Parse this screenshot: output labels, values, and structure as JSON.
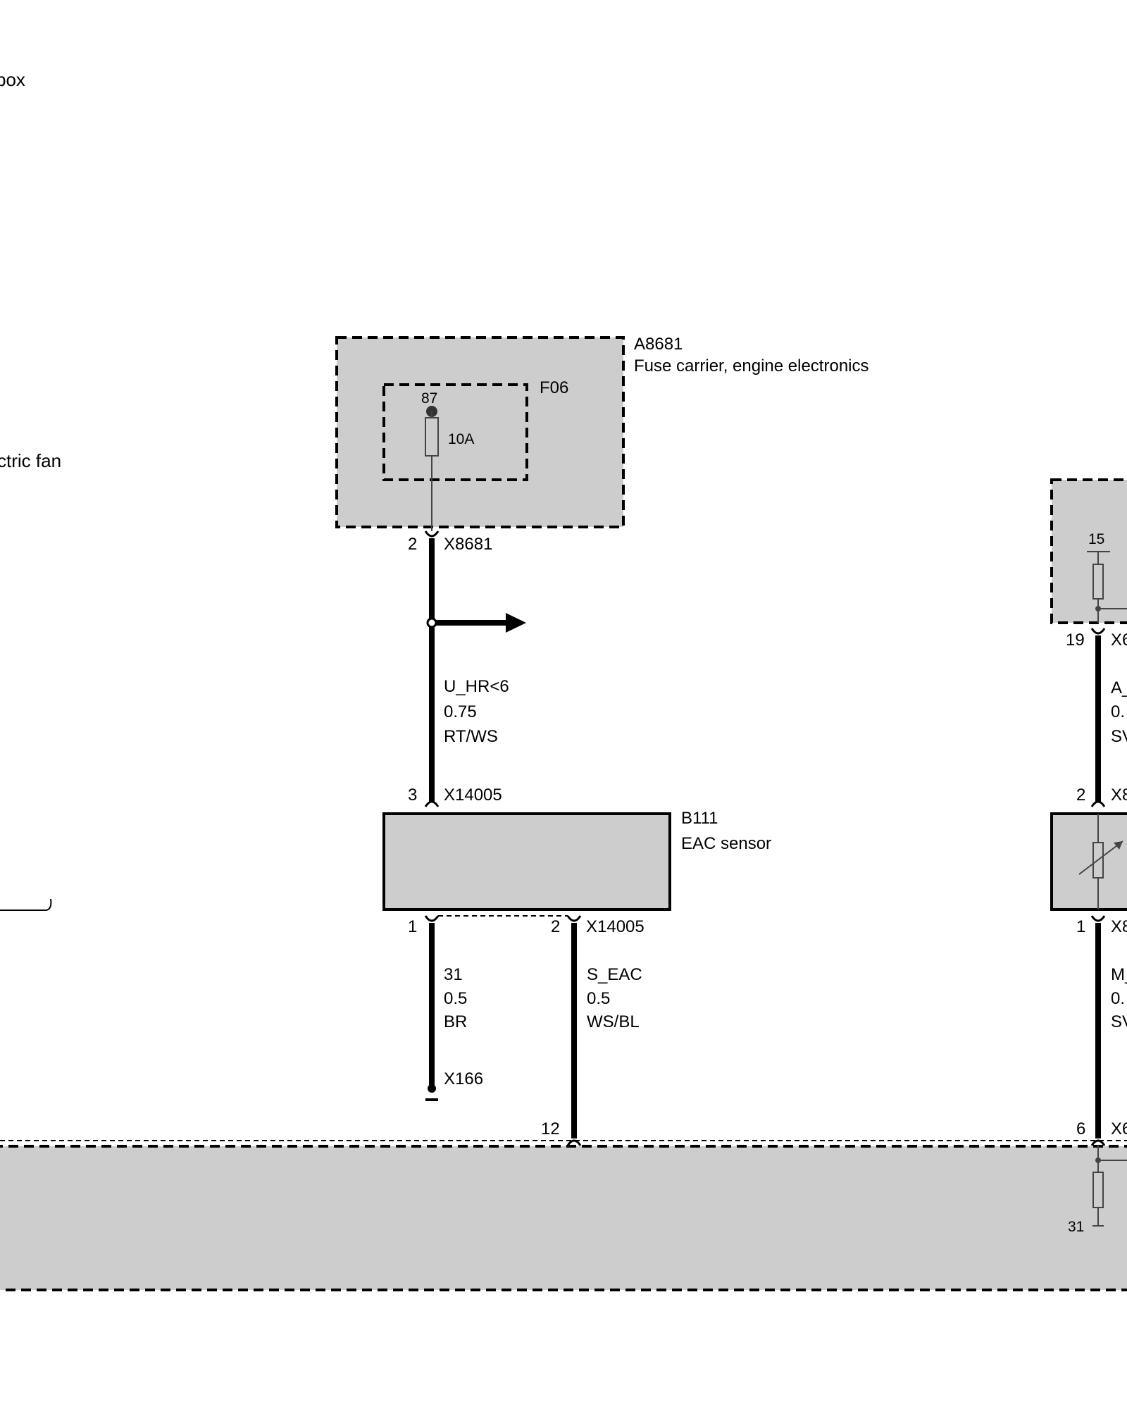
{
  "partial_labels": {
    "top_left": "box",
    "left_fan": "ctric fan"
  },
  "fuse_carrier": {
    "id": "A8681",
    "name": "Fuse carrier, engine electronics",
    "fuse_id": "F06",
    "fuse_terminal": "87",
    "fuse_rating": "10A",
    "pin": "2",
    "connector": "X8681"
  },
  "wire_supply": {
    "signal": "U_HR<6",
    "gauge": "0.75",
    "color": "RT/WS"
  },
  "sensor": {
    "id": "B111",
    "name": "EAC sensor",
    "pin_in": "3",
    "connector_in": "X14005",
    "pin_gnd": "1",
    "pin_sig": "2",
    "connector_out": "X14005"
  },
  "wire_ground": {
    "signal": "31",
    "gauge": "0.5",
    "color": "BR",
    "ground_point": "X166"
  },
  "wire_signal": {
    "signal": "S_EAC",
    "gauge": "0.5",
    "color": "WS/BL",
    "ecu_pin": "12"
  },
  "right_partial": {
    "terminal_15": "15",
    "pin_19": "19",
    "conn_19": "X6",
    "wire1_signal": "A_",
    "wire1_gauge": "0.",
    "wire1_color": "SV",
    "pin_2": "2",
    "conn_2": "X8",
    "pin_1": "1",
    "conn_1": "X8",
    "wire2_signal": "M_",
    "wire2_gauge": "0.",
    "wire2_color": "SV",
    "pin_6": "6",
    "conn_6": "X6",
    "terminal_31": "31"
  }
}
